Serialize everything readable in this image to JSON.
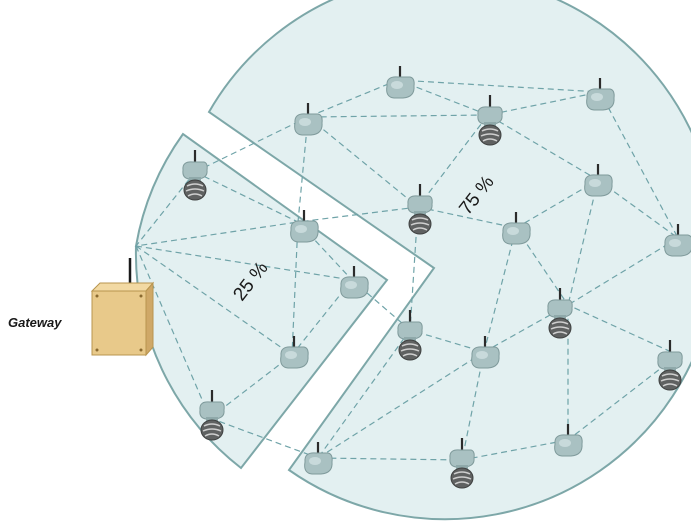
{
  "gateway": {
    "label": "Gateway"
  },
  "sectors": [
    {
      "label": "25 %",
      "share": 25
    },
    {
      "label": "75 %",
      "share": 75
    }
  ],
  "colors": {
    "sector_fill": "#e3f0f1",
    "sector_stroke": "#7da7a8",
    "link": "#6fa3a8",
    "gateway_box": "#e8c98a"
  },
  "node_kinds": [
    "router-node",
    "sensor-node"
  ]
}
